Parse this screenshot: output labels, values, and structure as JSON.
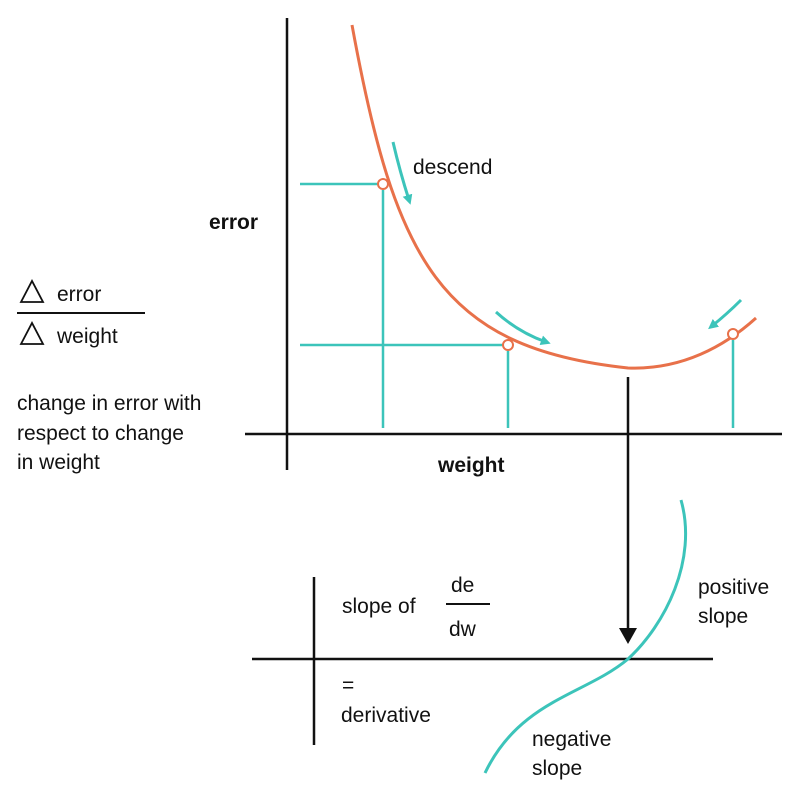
{
  "colors": {
    "curve": "#E8714A",
    "teal": "#3CC4BA",
    "ink": "#111111"
  },
  "labels": {
    "descend": "descend",
    "y_axis": "error",
    "x_axis": "weight",
    "ratio_top": "error",
    "ratio_bottom": "weight",
    "explain_line1": "change in error with",
    "explain_line2": "respect to change",
    "explain_line3": "in weight",
    "slope_of": "slope of",
    "frac_top": "de",
    "frac_bottom": "dw",
    "equals": "=",
    "derivative": "derivative",
    "positive_line1": "positive",
    "positive_line2": "slope",
    "negative_line1": "negative",
    "negative_line2": "slope"
  },
  "icons": {
    "delta": "delta-triangle-icon"
  }
}
